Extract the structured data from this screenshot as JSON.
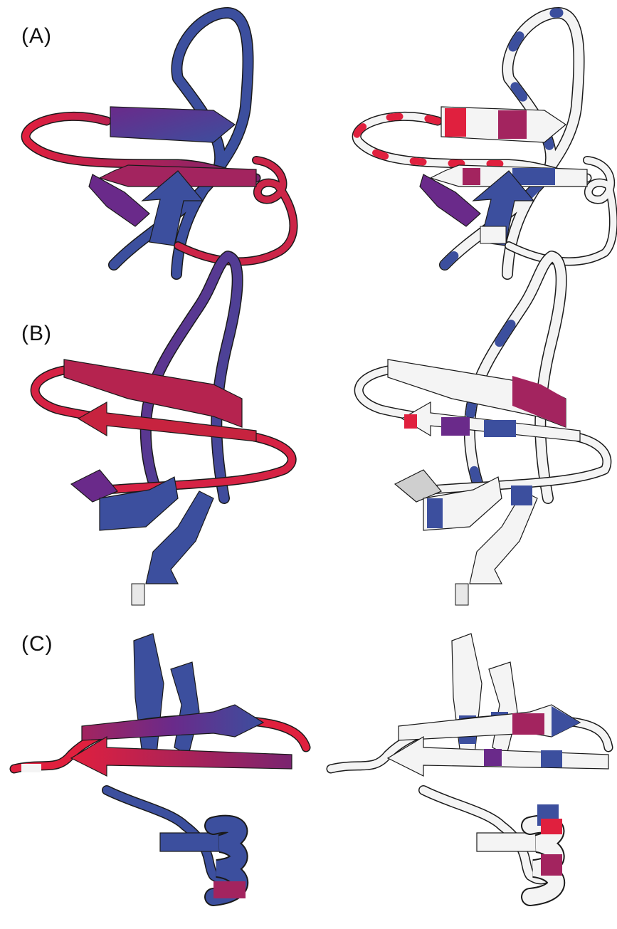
{
  "figure": {
    "panels": [
      {
        "id": "A",
        "label": "(A)"
      },
      {
        "id": "B",
        "label": "(B)"
      },
      {
        "id": "C",
        "label": "(C)"
      }
    ]
  },
  "colors": {
    "blue": "#3c4f9e",
    "purple": "#6a2a8a",
    "magenta": "#a3245f",
    "red": "#e0203e",
    "white": "#f4f4f4",
    "grey": "#cfcfcf",
    "outline": "#1a1a1a"
  }
}
